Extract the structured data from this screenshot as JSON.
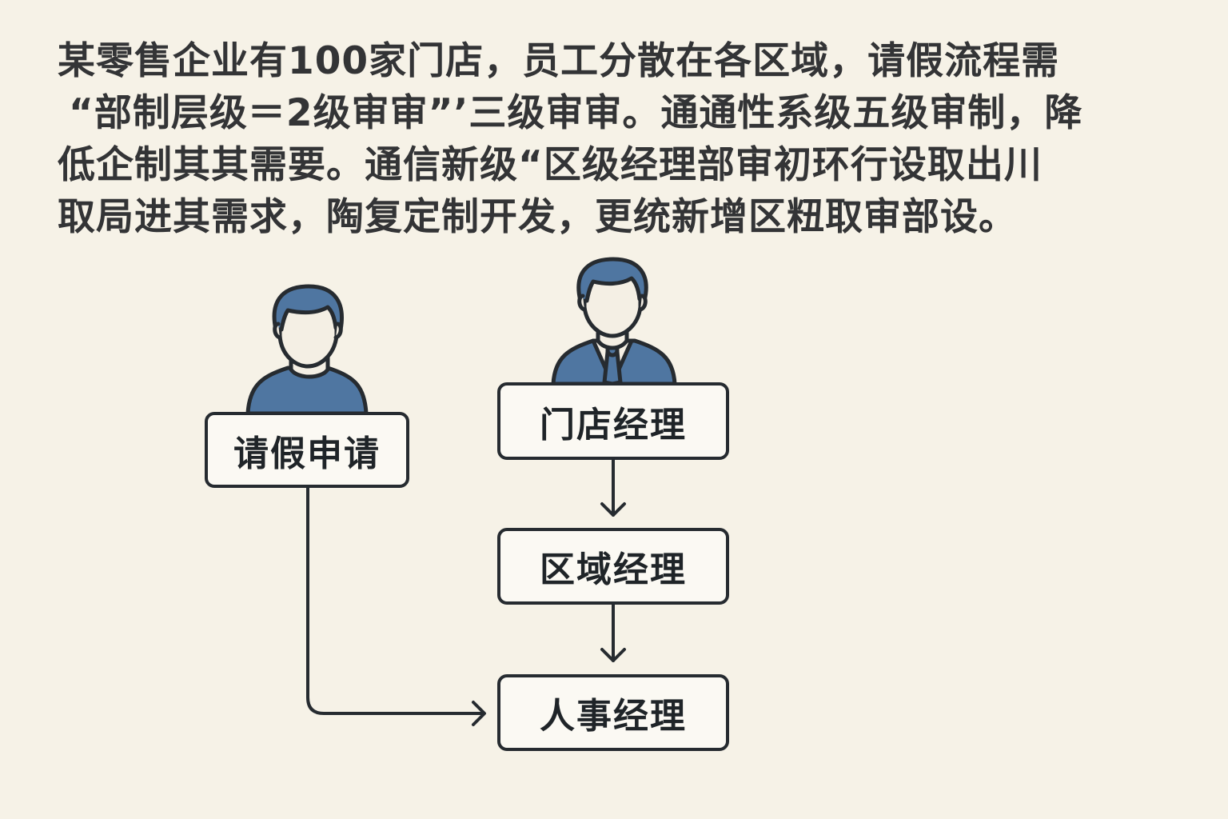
{
  "description_text": {
    "lines": [
      "某零售企业有100家门店，员工分散在各区域，请假流程需",
      "“部制层级＝2级审审”’三级审审。通通性系级五级审制，降",
      "低企制其其需要。通信新级“区级经理部审初环行设取出川",
      "取局进其需求，陶复定制开发，更统新增区粈取审部设。"
    ]
  },
  "diagram": {
    "nodes": {
      "request": {
        "label": "请假申请",
        "icon": "employee-person-icon"
      },
      "store_manager": {
        "label": "门店经理",
        "icon": "manager-person-icon"
      },
      "region_manager": {
        "label": "区域经理"
      },
      "hr_manager": {
        "label": "人事经理"
      }
    },
    "edges": [
      {
        "from": "请假申请",
        "to": "人事经理"
      },
      {
        "from": "门店经理",
        "to": "区域经理"
      },
      {
        "from": "区域经理",
        "to": "人事经理"
      }
    ]
  },
  "colors": {
    "background": "#f6f2e7",
    "text": "#333436",
    "outline": "#262b30",
    "clothing_blue": "#4f76a1",
    "skin": "#f4efe4"
  }
}
